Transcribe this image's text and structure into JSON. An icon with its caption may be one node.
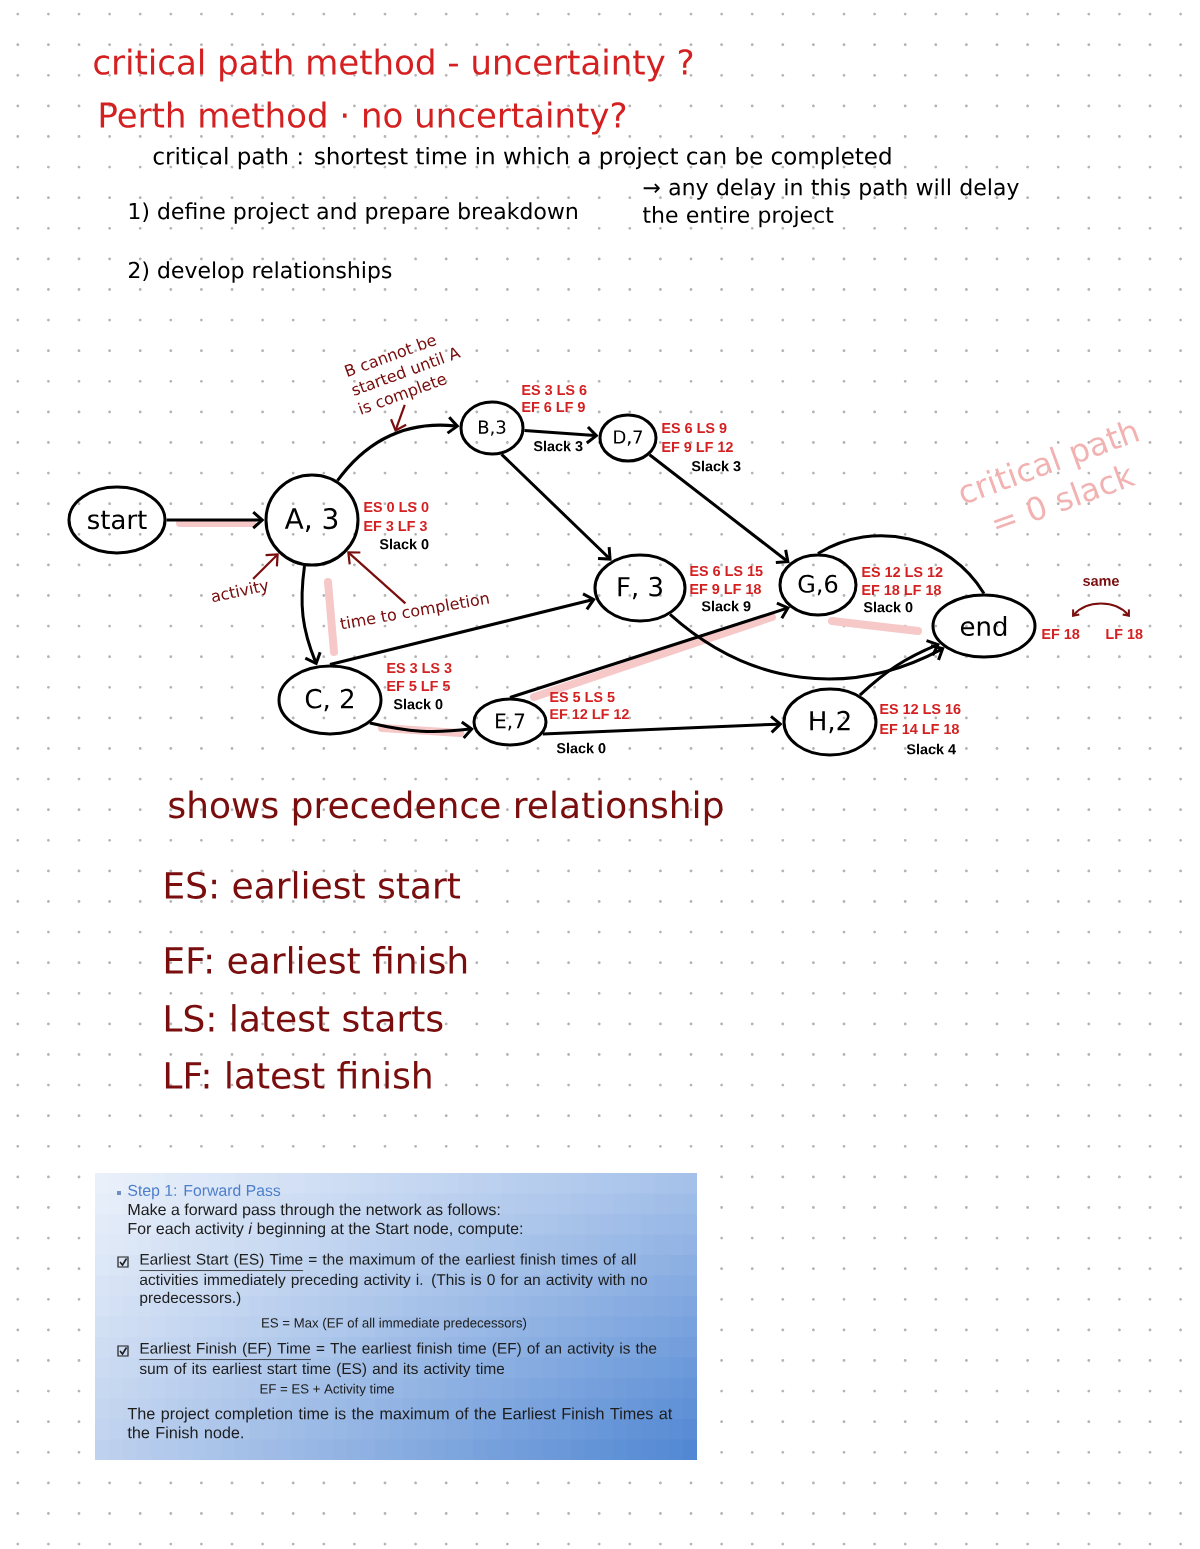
{
  "diagram": {
    "nodes": [
      {
        "text": [
          "B cannot be started until A is complete"
        ]
      },
      {
        "text": [
          "B,3"
        ],
        "beside": [
          "ES 3 LS 6",
          "EF 6 LF 9",
          "Slack 3"
        ]
      },
      {
        "text": [
          "D,7"
        ],
        "beside": [
          "ES 6 LS 9",
          "EF 9 LF 12",
          "Slack 3"
        ]
      },
      {
        "text": [
          "start"
        ]
      },
      {
        "text": [
          "A, 3"
        ],
        "beside": [
          "ES 0 LS 0",
          "EF 3 LF 3",
          "Slack 0"
        ]
      },
      {
        "text": [
          "F, 3"
        ],
        "beside": [
          "ES 6 LS 15",
          "EF 9 LF 18",
          "Slack 9"
        ]
      },
      {
        "text": [
          "G,6"
        ],
        "beside": [
          "ES 12 LS 12",
          "EF 18 LF 18",
          "Slack 0"
        ]
      },
      {
        "text": [
          "end"
        ],
        "beside": [
          "EF 18",
          "LF 18",
          "same"
        ]
      },
      {
        "text": [
          "activity"
        ]
      },
      {
        "text": [
          "time to completion"
        ]
      },
      {
        "text": [
          "C, 2"
        ],
        "beside": [
          "ES 3 LS 3",
          "EF 5 LF 5",
          "Slack 0"
        ]
      },
      {
        "text": [
          "E,7"
        ],
        "beside": [
          "ES 5 LS 5",
          "EF 12 LF 12",
          "Slack 0"
        ]
      },
      {
        "text": [
          "H,2"
        ],
        "beside": [
          "ES 12 LS 16",
          "EF 14 LF 18",
          "Slack 4"
        ]
      },
      {
        "text": [
          "Step 1: Forward Pass",
          "Make a forward pass through the network as follows:",
          "For each activity *i* beginning at the Start node, compute:",
          "Earliest Start (ES) Time",
          "= the maximum of the earliest finish times of all activities immediately preceding activity i. (This is 0 for an activity with no predecessors.)",
          "ES = Max (EF of all immediate predecessors)",
          "Earliest Finish (EF) Time",
          "= The earliest finish time (EF) of an activity is the sum of its earliest start time (ES) and its activity time",
          "EF = ES + Activity time",
          "The project completion time is the maximum of the Earliest Finish Times at the Finish node."
        ]
      }
    ],
    "edges": [
      {
        "from": 3,
        "to": 4,
        "arrow": "to"
      },
      {
        "from": 4,
        "to": 1,
        "arrow": "to"
      },
      {
        "from": 4,
        "to": 10,
        "arrow": "to"
      },
      {
        "from": 1,
        "to": 2,
        "arrow": "to"
      },
      {
        "from": 1,
        "to": 5,
        "arrow": "to"
      },
      {
        "from": 2,
        "to": 6,
        "arrow": "to"
      },
      {
        "from": 10,
        "to": 5,
        "arrow": "to"
      },
      {
        "from": 10,
        "to": 11,
        "arrow": "to"
      },
      {
        "from": 11,
        "to": 6,
        "arrow": "to"
      },
      {
        "from": 11,
        "to": 12,
        "arrow": "to"
      },
      {
        "from": 5,
        "to": 7,
        "arrow": "to"
      },
      {
        "from": 6,
        "to": 7,
        "arrow": "none"
      },
      {
        "from": 12,
        "to": 7,
        "arrow": "to"
      },
      {
        "from": 0,
        "to": null,
        "arrow": "to",
        "color": "#7a0e0e"
      },
      {
        "from": 8,
        "to": 4,
        "arrow": "to",
        "color": "#7a0e0e"
      },
      {
        "from": 9,
        "to": 4,
        "arrow": "to",
        "color": "#7a0e0e"
      }
    ],
    "labels": [
      "critical path method - uncertainty ?",
      "Perth method · no uncertainty?",
      "critical path : shortest time in which a project can be completed",
      "→ any delay in this path will delay the entire project",
      "1) define project and prepare breakdown",
      "2) develop relationships",
      "critical path = 0 slack",
      "shows precedence relationship",
      "ES: earliest start",
      "EF: earliest finish",
      "LS: latest starts",
      "LF: latest finish"
    ]
  }
}
